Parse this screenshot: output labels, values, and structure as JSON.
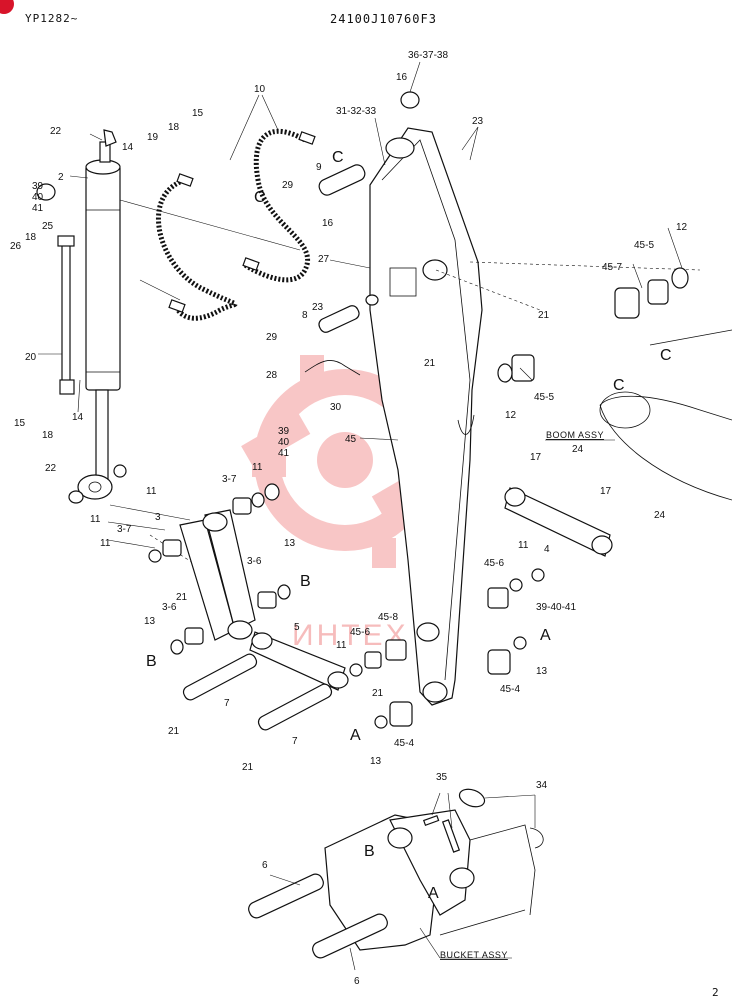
{
  "header": {
    "model": "YP1282~",
    "part_number": "24100J10760F3",
    "page_number": "2"
  },
  "watermark": {
    "text": "ИНТЕХ",
    "color": "#f4a6a6"
  },
  "callouts": {
    "c1": "36-37-38",
    "c2": "16",
    "c3": "31-32-33",
    "c4": "23",
    "c5": "10",
    "c6": "15",
    "c7": "18",
    "c8": "14",
    "c9": "19",
    "c10": "22",
    "c11": "2",
    "c12": "39",
    "c13": "40",
    "c14": "41",
    "c15": "25",
    "c16": "26",
    "c17": "18",
    "c18": "20",
    "c19": "15",
    "c20": "18",
    "c21": "14",
    "c22": "22",
    "c23": "9",
    "c24": "29",
    "c25": "16",
    "c26": "27",
    "c27": "23",
    "c28": "8",
    "c29": "29",
    "c30": "28",
    "c31": "30",
    "c32": "21",
    "c33": "21",
    "c34": "12",
    "c35": "45-5",
    "c36": "45-7",
    "c37": "45-5",
    "c38": "12",
    "c39": "45",
    "c40": "39",
    "c41": "40",
    "c42": "41",
    "c43": "3-7",
    "c44": "11",
    "c45": "11",
    "c46": "11",
    "c47": "3",
    "c48": "3-7",
    "c49": "11",
    "c50": "3-6",
    "c51": "13",
    "c52": "21",
    "c53": "3-6",
    "c54": "13",
    "c55": "5",
    "c56": "45-8",
    "c57": "45-6",
    "c58": "11",
    "c59": "7",
    "c60": "21",
    "c61": "7",
    "c62": "21",
    "c63": "21",
    "c64": "45-4",
    "c65": "13",
    "c66": "17",
    "c67": "24",
    "c68": "17",
    "c69": "24",
    "c70": "4",
    "c71": "45-6",
    "c72": "11",
    "c73": "39-40-41",
    "c74": "45-4",
    "c75": "13",
    "c76": "35",
    "c77": "34",
    "c78": "6",
    "c79": "6"
  },
  "markers": {
    "m1": "C",
    "m2": "C",
    "m3": "C",
    "m4": "C",
    "m5": "B",
    "m6": "B",
    "m7": "B",
    "m8": "A",
    "m9": "A",
    "m10": "A"
  },
  "assembly_labels": {
    "boom": "BOOM ASSY",
    "bucket": "BUCKET ASSY"
  }
}
